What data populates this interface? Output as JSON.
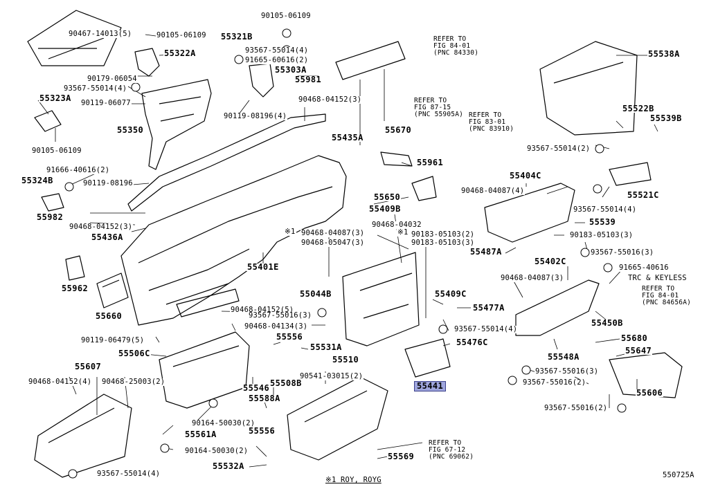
{
  "diagram_id": "550725A",
  "highlighted_part": "55441",
  "footnote": "※1 ROY, ROYG",
  "labels": {
    "p90105_06109_top": "90105-06109",
    "p55321B": "55321B",
    "p90467_14013": "90467-14013(5)",
    "p90105_06109_b": "90105-06109",
    "s55014_4_a": "93567-55014(4)",
    "p91665_60616": "91665-60616(2)",
    "p55322A": "55322A",
    "p55303A": "55303A",
    "p90179_06054": "90179-06054",
    "s55014_4_b": "93567-55014(4)",
    "p55323A": "55323A",
    "p90119_06077": "90119-06077",
    "p55981": "55981",
    "p90468_04152_3a": "90468-04152(3)",
    "p90119_08196_4": "90119-08196(4)",
    "p55350": "55350",
    "p55435A": "55435A",
    "p90105_06109_c": "90105-06109",
    "p91666_40616": "91666-40616(2)",
    "p55324B": "55324B",
    "p90119_08196": "90119-08196",
    "p55982": "55982",
    "p90468_04152_3b": "90468-04152(3)",
    "p55436A": "55436A",
    "p55962": "55962",
    "p55660": "55660",
    "p55401E": "55401E",
    "x1_mark": "※1",
    "p90119_06479": "90119-06479(5)",
    "p55506C": "55506C",
    "p90468_04152_5": "90468-04152(5)",
    "p55044B": "55044B",
    "s55016_3_a": "93567-55016(3)",
    "p90468_04134": "90468-04134(3)",
    "p55556_a": "55556",
    "p55531A": "55531A",
    "p55510": "55510",
    "p55607": "55607",
    "p90468_04152_4": "90468-04152(4)",
    "p90468_25003": "90468-25003(2)",
    "p90541_03015": "90541-03015(2)",
    "p55546": "55546",
    "p55508B": "55508B",
    "p55588A": "55588A",
    "p90164_50030_a": "90164-50030(2)",
    "p55561A": "55561A",
    "p55556_b": "55556",
    "p90164_50030_b": "90164-50030(2)",
    "p55532A": "55532A",
    "s55014_4_c": "93567-55014(4)",
    "p55569": "55569",
    "p55670": "55670",
    "p55961": "55961",
    "p55650": "55650",
    "p55409B": "55409B",
    "p90468_04087_3a": "90468-04087(3)",
    "p90468_05047": "90468-05047(3)",
    "p90468_04032": "90468-04032",
    "x1_mark_b": "※1",
    "p90183_05103_2": "90183-05103(2)",
    "p90183_05103_3": "90183-05103(3)",
    "p55409C": "55409C",
    "p55477A": "55477A",
    "s55014_4_d": "93567-55014(4)",
    "p55476C": "55476C",
    "p55441": "55441",
    "p55538A": "55538A",
    "p55522B": "55522B",
    "p55539B": "55539B",
    "s55014_2": "93567-55014(2)",
    "p55404C": "55404C",
    "p90468_04087_4": "90468-04087(4)",
    "p55521C": "55521C",
    "s55014_4_e": "93567-55014(4)",
    "p55539": "55539",
    "p90183_05103_3b": "90183-05103(3)",
    "p55487A": "55487A",
    "s55016_3_b": "93567-55016(3)",
    "p55402C": "55402C",
    "p91665_40616": "91665-40616",
    "p90468_04087_3b": "90468-04087(3)",
    "trc_keyless": "TRC & KEYLESS",
    "p55450B": "55450B",
    "p55680": "55680",
    "p55647": "55647",
    "p55548A": "55548A",
    "s55016_3_c": "93567-55016(3)",
    "s55016_2_a": "93567-55016(2)",
    "p55606": "55606",
    "s55016_2_b": "93567-55016(2)"
  },
  "refer_notes": [
    {
      "line1": "REFER TO",
      "line2": "FIG 84-01",
      "line3": "(PNC 84330)"
    },
    {
      "line1": "REFER TO",
      "line2": "FIG 87-15",
      "line3": "(PNC 55905A)"
    },
    {
      "line1": "REFER TO",
      "line2": "FIG 83-01",
      "line3": "(PNC 83910)"
    },
    {
      "line1": "REFER TO",
      "line2": "FIG 84-01",
      "line3": "(PNC 84656A)"
    },
    {
      "line1": "REFER TO",
      "line2": "FIG 67-12",
      "line3": "(PNC 69062)"
    }
  ],
  "colors": {
    "highlight": "#9fa6dd",
    "line": "#000000",
    "background": "#ffffff"
  },
  "icons": [
    "screw-symbol-S",
    "bolt-symbol-B"
  ]
}
